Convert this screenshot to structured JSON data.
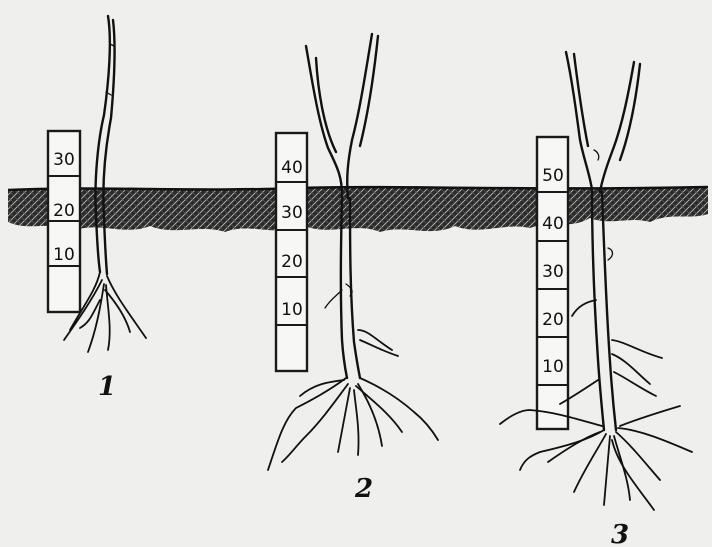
{
  "figures": [
    {
      "label": "1",
      "scale": [
        "30",
        "20",
        "10"
      ]
    },
    {
      "label": "2",
      "scale": [
        "40",
        "30",
        "20",
        "10"
      ]
    },
    {
      "label": "3",
      "scale": [
        "50",
        "40",
        "30",
        "20",
        "10"
      ]
    }
  ],
  "colors": {
    "ink": "#111111",
    "paper": "#efefed",
    "soil": "#1c1c1c"
  }
}
